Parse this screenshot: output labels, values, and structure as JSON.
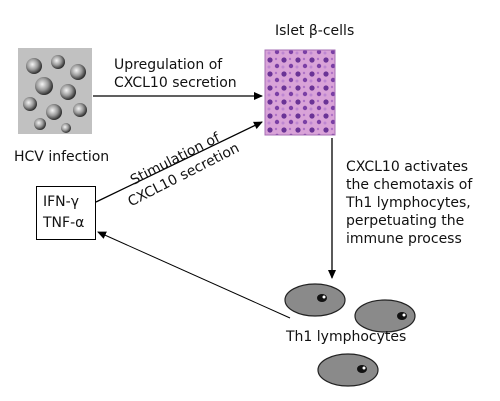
{
  "hcv": {
    "label": "HCV infection"
  },
  "islet": {
    "label": "Islet β-cells"
  },
  "arrow_hcv_to_islet": {
    "line1": "Upregulation of",
    "line2": "CXCL10 secretion"
  },
  "arrow_cytokines_to_islet": {
    "line1": "Stimulation of",
    "line2": "CXCL10 secretion"
  },
  "arrow_islet_to_th1": {
    "lines": [
      "CXCL10 activates",
      "the chemotaxis of",
      "Th1 lymphocytes,",
      "perpetuating the",
      "immune process"
    ]
  },
  "cytokines": {
    "line1": "IFN-γ",
    "line2": "TNF-α"
  },
  "th1": {
    "label": "Th1 lymphocytes"
  },
  "colors": {
    "tissue_bg": "#d59ad6",
    "nucleus": "#5b2a8a",
    "cell_fill": "#8a8a8a",
    "micrograph_bg": "#bdbdbd",
    "virion": "#3a3a3a"
  }
}
